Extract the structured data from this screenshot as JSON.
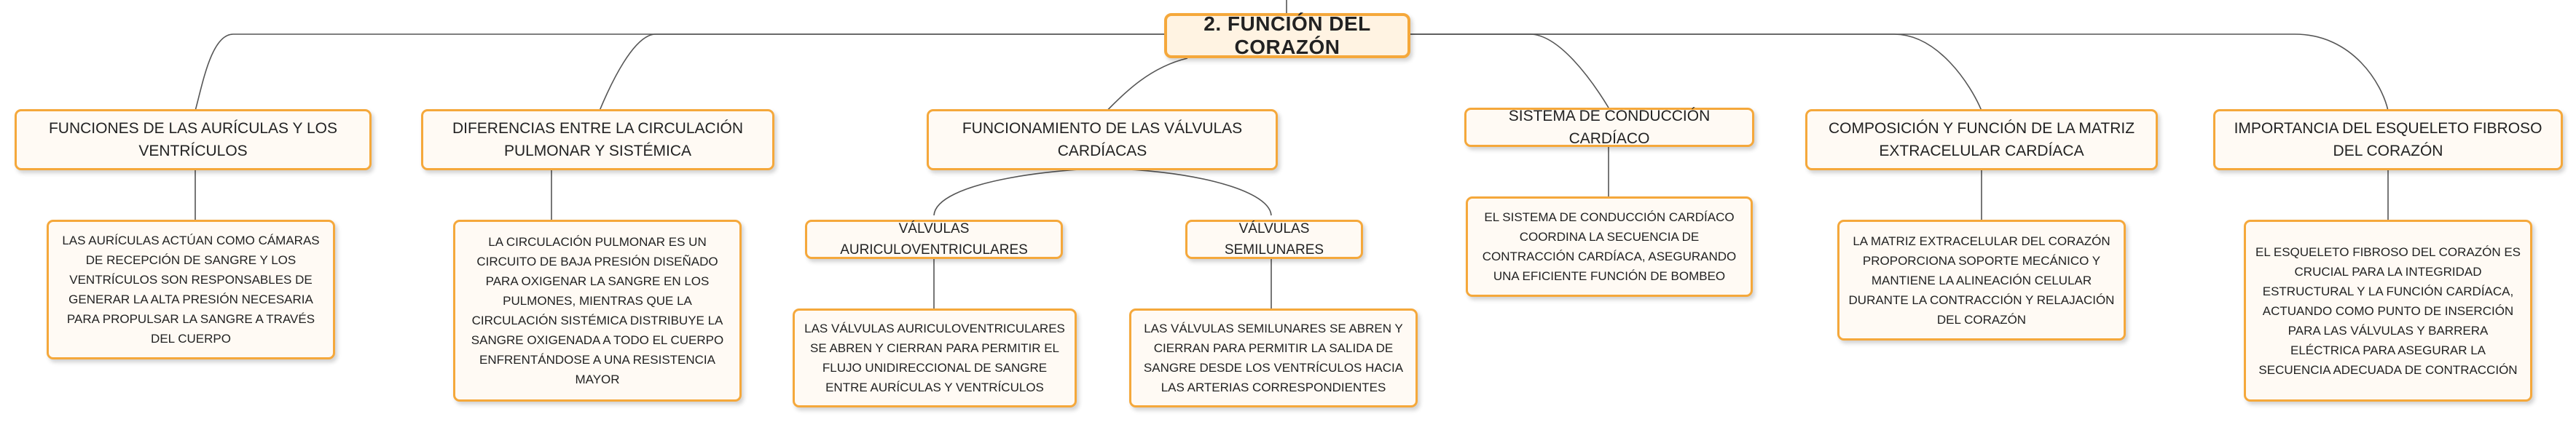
{
  "root": {
    "title": "2. FUNCIÓN DEL CORAZÓN"
  },
  "topics": [
    {
      "label": "FUNCIONES DE LAS AURÍCULAS Y LOS VENTRÍCULOS",
      "detail": "LAS AURÍCULAS ACTÚAN COMO CÁMARAS DE RECEPCIÓN DE SANGRE Y LOS VENTRÍCULOS SON RESPONSABLES DE GENERAR LA ALTA PRESIÓN NECESARIA PARA PROPULSAR LA SANGRE A TRAVÉS DEL CUERPO"
    },
    {
      "label": "DIFERENCIAS ENTRE LA CIRCULACIÓN PULMONAR Y SISTÉMICA",
      "detail": "LA CIRCULACIÓN PULMONAR ES UN CIRCUITO DE BAJA PRESIÓN DISEÑADO PARA OXIGENAR LA SANGRE EN LOS PULMONES, MIENTRAS QUE LA CIRCULACIÓN SISTÉMICA DISTRIBUYE LA SANGRE OXIGENADA A TODO EL CUERPO ENFRENTÁNDOSE A UNA RESISTENCIA MAYOR"
    },
    {
      "label": "FUNCIONAMIENTO DE LAS VÁLVULAS CARDÍACAS",
      "subtopics": [
        {
          "label": "VÁLVULAS AURICULOVENTRICULARES",
          "detail": "LAS VÁLVULAS AURICULOVENTRICULARES SE ABREN Y CIERRAN PARA PERMITIR EL FLUJO UNIDIRECCIONAL DE SANGRE ENTRE AURÍCULAS Y VENTRÍCULOS"
        },
        {
          "label": "VÁLVULAS SEMILUNARES",
          "detail": "LAS VÁLVULAS SEMILUNARES SE ABREN Y CIERRAN PARA PERMITIR LA SALIDA DE SANGRE DESDE LOS VENTRÍCULOS HACIA LAS ARTERIAS CORRESPONDIENTES"
        }
      ]
    },
    {
      "label": "SISTEMA DE CONDUCCIÓN CARDÍACO",
      "detail": "EL SISTEMA DE CONDUCCIÓN CARDÍACO COORDINA LA SECUENCIA DE CONTRACCIÓN CARDÍACA, ASEGURANDO UNA EFICIENTE FUNCIÓN DE BOMBEO"
    },
    {
      "label": "COMPOSICIÓN Y FUNCIÓN DE LA MATRIZ EXTRACELULAR CARDÍACA",
      "detail": "LA MATRIZ EXTRACELULAR DEL CORAZÓN PROPORCIONA SOPORTE MECÁNICO Y MANTIENE LA ALINEACIÓN CELULAR DURANTE LA CONTRACCIÓN Y RELAJACIÓN DEL CORAZÓN"
    },
    {
      "label": "IMPORTANCIA DEL ESQUELETO FIBROSO DEL CORAZÓN",
      "detail": "EL ESQUELETO FIBROSO DEL CORAZÓN ES CRUCIAL PARA LA INTEGRIDAD ESTRUCTURAL Y LA FUNCIÓN CARDÍACA, ACTUANDO COMO PUNTO DE INSERCIÓN PARA LAS VÁLVULAS Y BARRERA ELÉCTRICA PARA ASEGURAR LA SECUENCIA ADECUADA DE CONTRACCIÓN"
    }
  ]
}
